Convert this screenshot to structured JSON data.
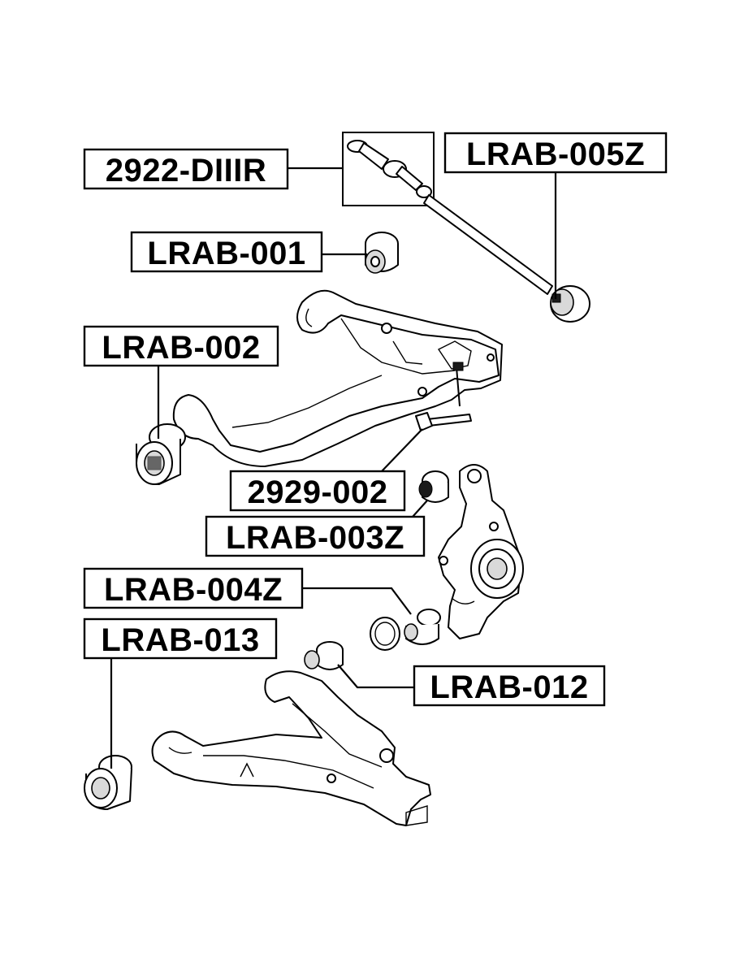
{
  "labels": {
    "tie_rod_end": "2922-DIIIR",
    "toe_link_bushing": "LRAB-005Z",
    "upper_arm_front_bushing": "LRAB-001",
    "upper_arm_rear_bushing": "LRAB-002",
    "camber_bolt": "2929-002",
    "knuckle_upper_bushing": "LRAB-003Z",
    "knuckle_lower_bushing": "LRAB-004Z",
    "lower_arm_rear_bushing": "LRAB-013",
    "lower_arm_front_bushing": "LRAB-012"
  },
  "colors": {
    "line": "#000000",
    "background": "#ffffff",
    "bushing_fill": "#d9d9d9"
  }
}
